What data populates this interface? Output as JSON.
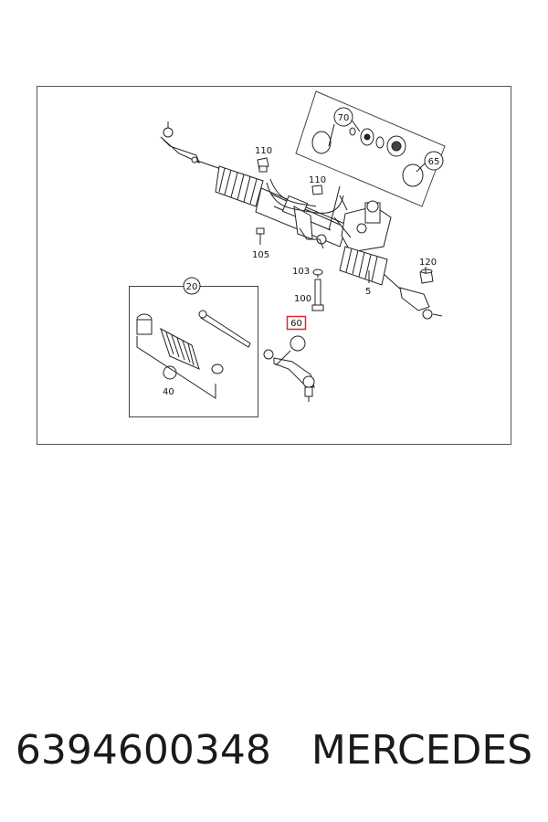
{
  "diagram": {
    "callouts": {
      "c5": "5",
      "c20": "20",
      "c40": "40",
      "c60": "60",
      "c65": "65",
      "c70": "70",
      "c100": "100",
      "c103": "103",
      "c105": "105",
      "c110a": "110",
      "c110b": "110",
      "c120": "120"
    },
    "highlighted_callout": "60",
    "highlight_color": "#e8242f"
  },
  "caption": {
    "part_number": "6394600348",
    "brand": "MERCEDES"
  }
}
